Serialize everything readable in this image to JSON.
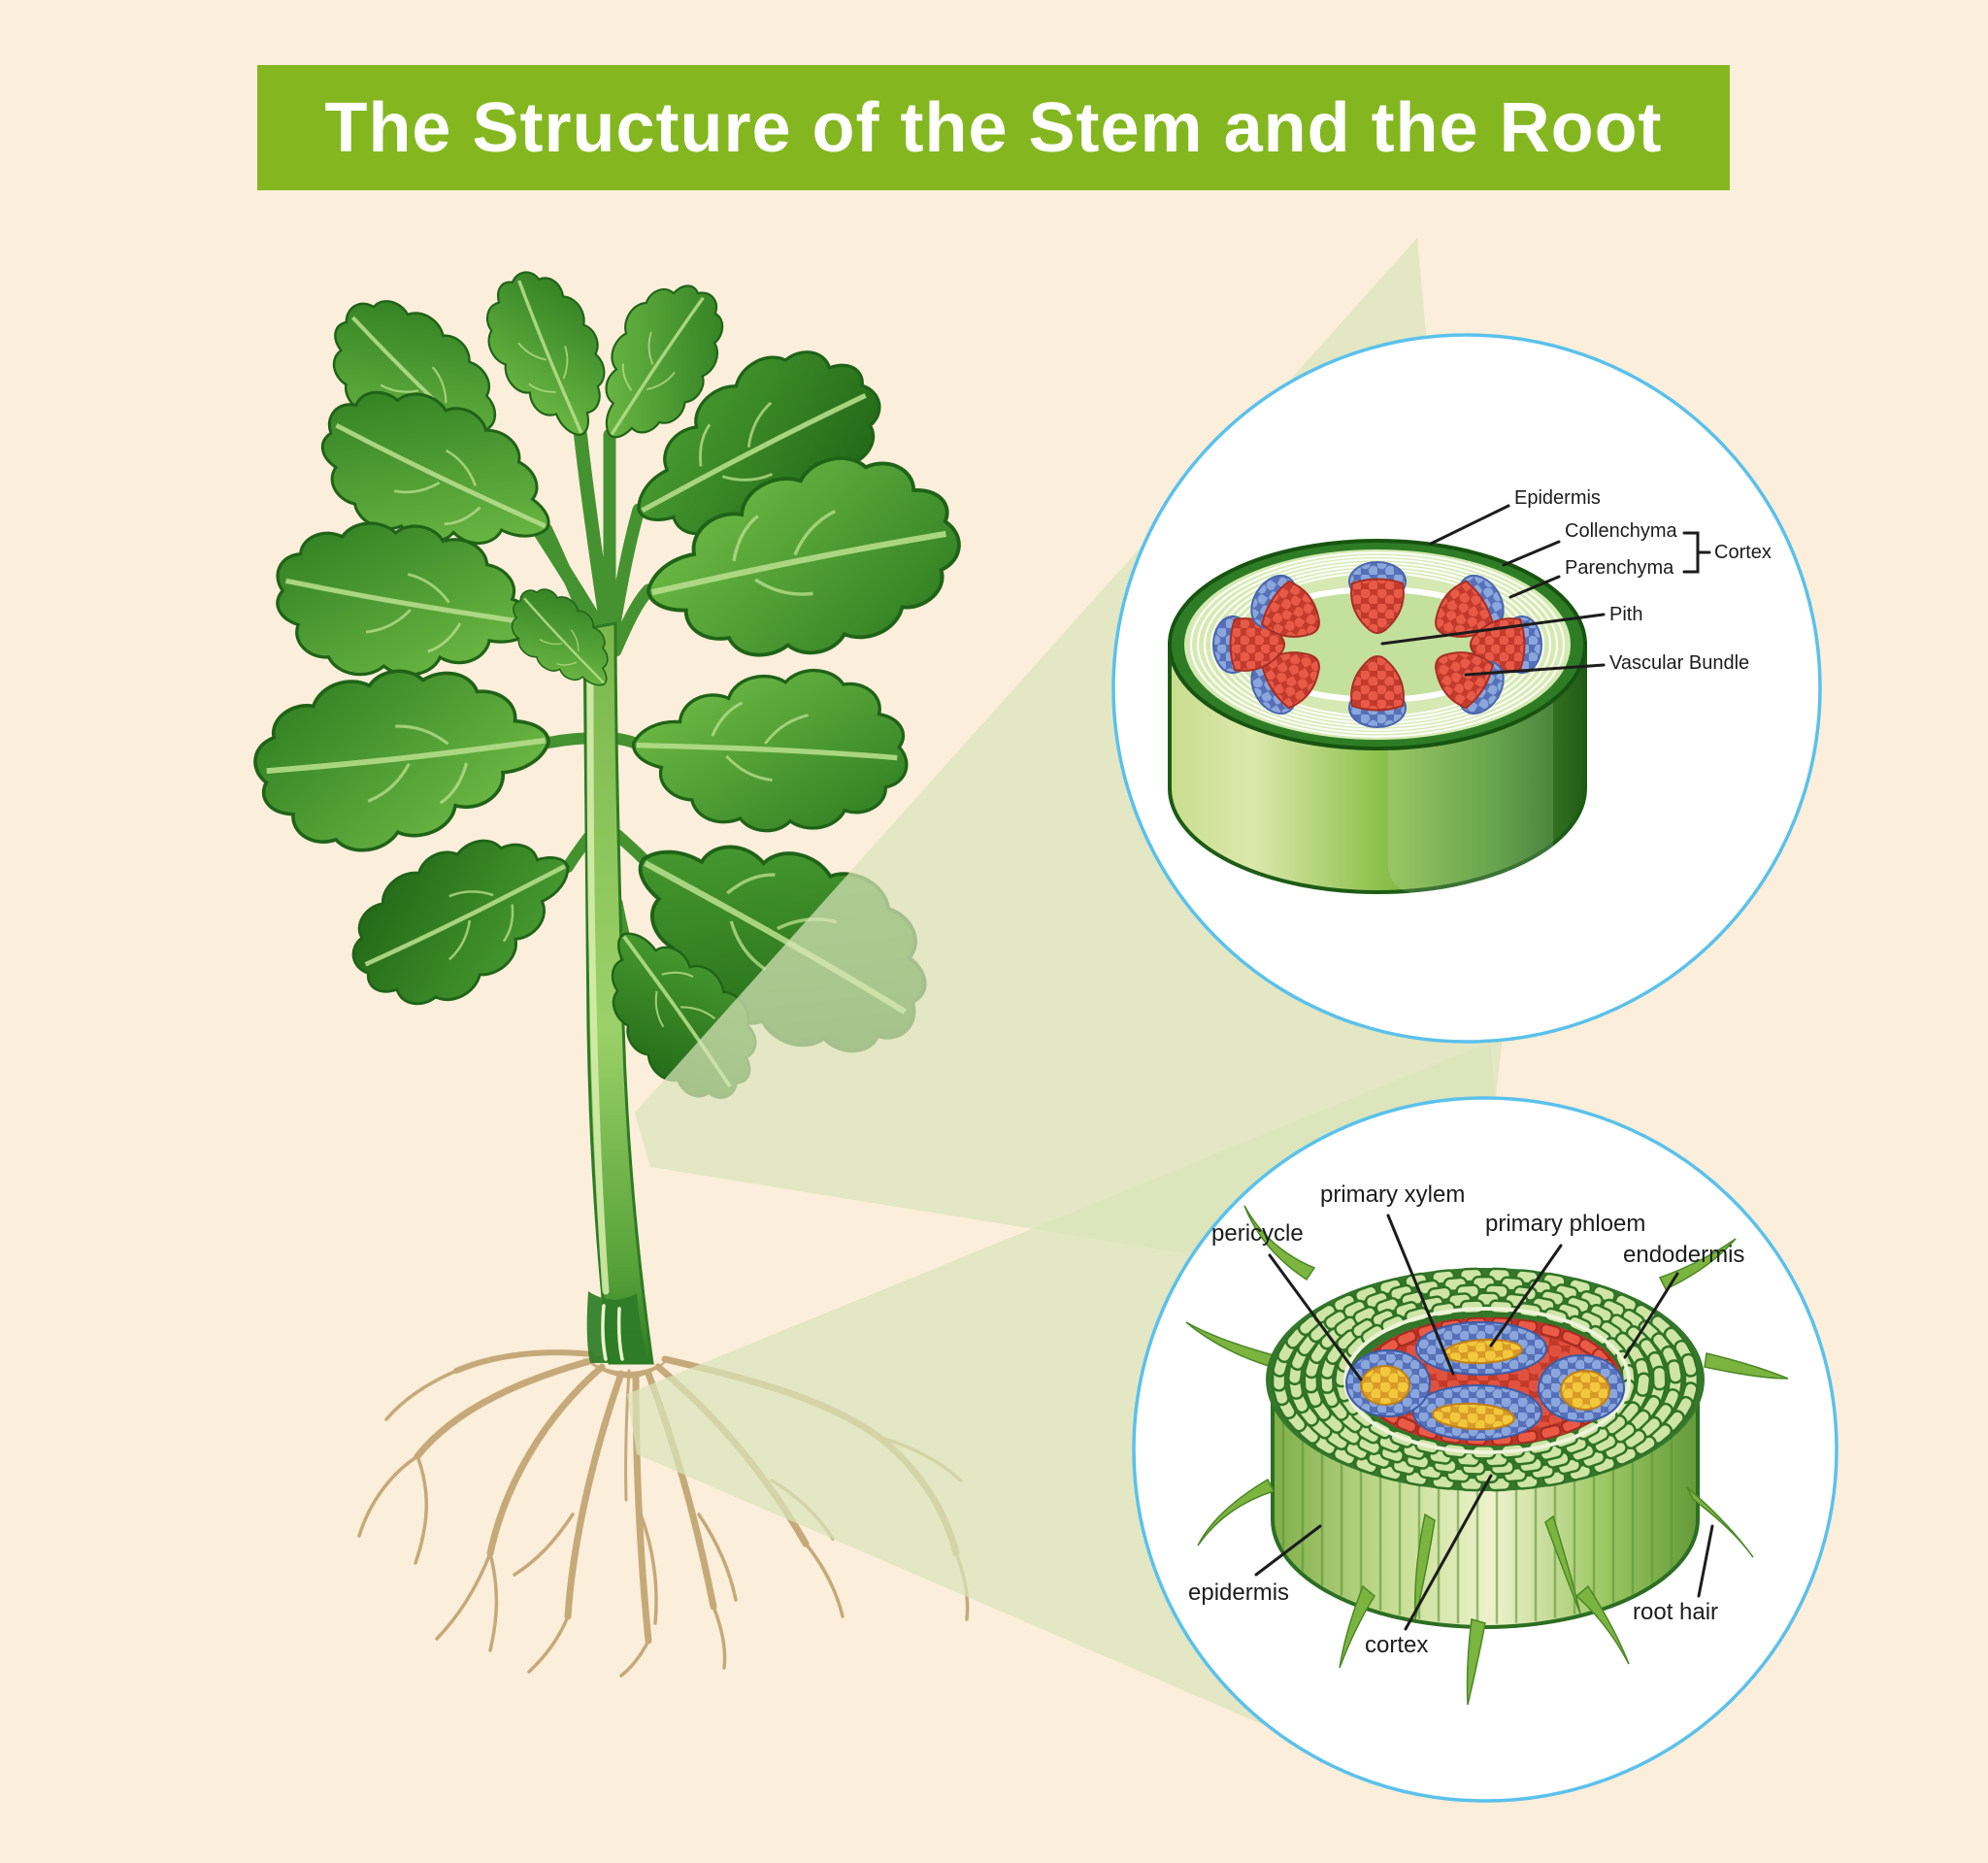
{
  "title": "The Structure of the Stem and the Root",
  "colors": {
    "background": "#fbeeda",
    "banner": "#84b71f",
    "banner_text": "#ffffff",
    "callout_border": "#5ac1ec",
    "beam": "#d9e4ba",
    "label_text": "#1c1c1c",
    "stem_rim_green": "#2e7d26",
    "tissue_light_green": "#d6e9b2",
    "xylem_red": "#e4574a",
    "phloem_blue": "#7f9cd3",
    "root_xylem_yellow": "#f4ca3e",
    "root_tan": "#c5a979"
  },
  "stem_diagram": {
    "labels": {
      "epidermis": "Epidermis",
      "collenchyma": "Collenchyma",
      "parenchyma": "Parenchyma",
      "cortex": "Cortex",
      "pith": "Pith",
      "vascular_bundle": "Vascular Bundle"
    }
  },
  "root_diagram": {
    "labels": {
      "pericycle": "pericycle",
      "primary_xylem": "primary xylem",
      "primary_phloem": "primary phloem",
      "endodermis": "endodermis",
      "epidermis": "epidermis",
      "cortex": "cortex",
      "root_hair": "root hair"
    }
  }
}
